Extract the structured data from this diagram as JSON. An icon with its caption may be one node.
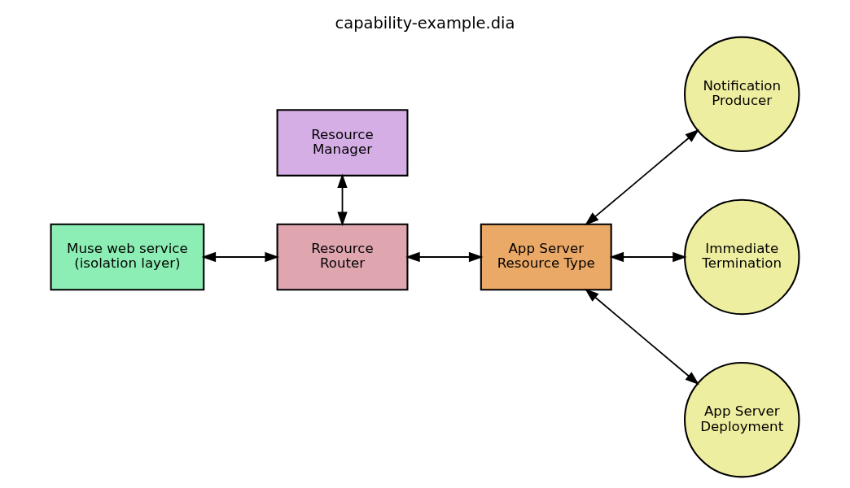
{
  "diagram": {
    "title": "capability-example.dia",
    "nodes": [
      {
        "text": [
          "Resource Manager"
        ]
      },
      {
        "text": [
          "Muse web service (isolation layer)"
        ]
      },
      {
        "text": [
          "Resource Router"
        ]
      },
      {
        "text": [
          "App Server Resource Type"
        ]
      },
      {
        "text": [
          "Notification Producer"
        ]
      },
      {
        "text": [
          "Immediate Termination"
        ]
      },
      {
        "text": [
          "App Server Deployment"
        ]
      }
    ],
    "edges": [
      {
        "from": 1,
        "to": 2,
        "arrow": "both"
      },
      {
        "from": 0,
        "to": 2,
        "arrow": "both"
      },
      {
        "from": 2,
        "to": 3,
        "arrow": "both"
      },
      {
        "from": 3,
        "to": 4,
        "arrow": "both"
      },
      {
        "from": 3,
        "to": 5,
        "arrow": "both"
      },
      {
        "from": 3,
        "to": 6,
        "arrow": "both"
      }
    ]
  }
}
